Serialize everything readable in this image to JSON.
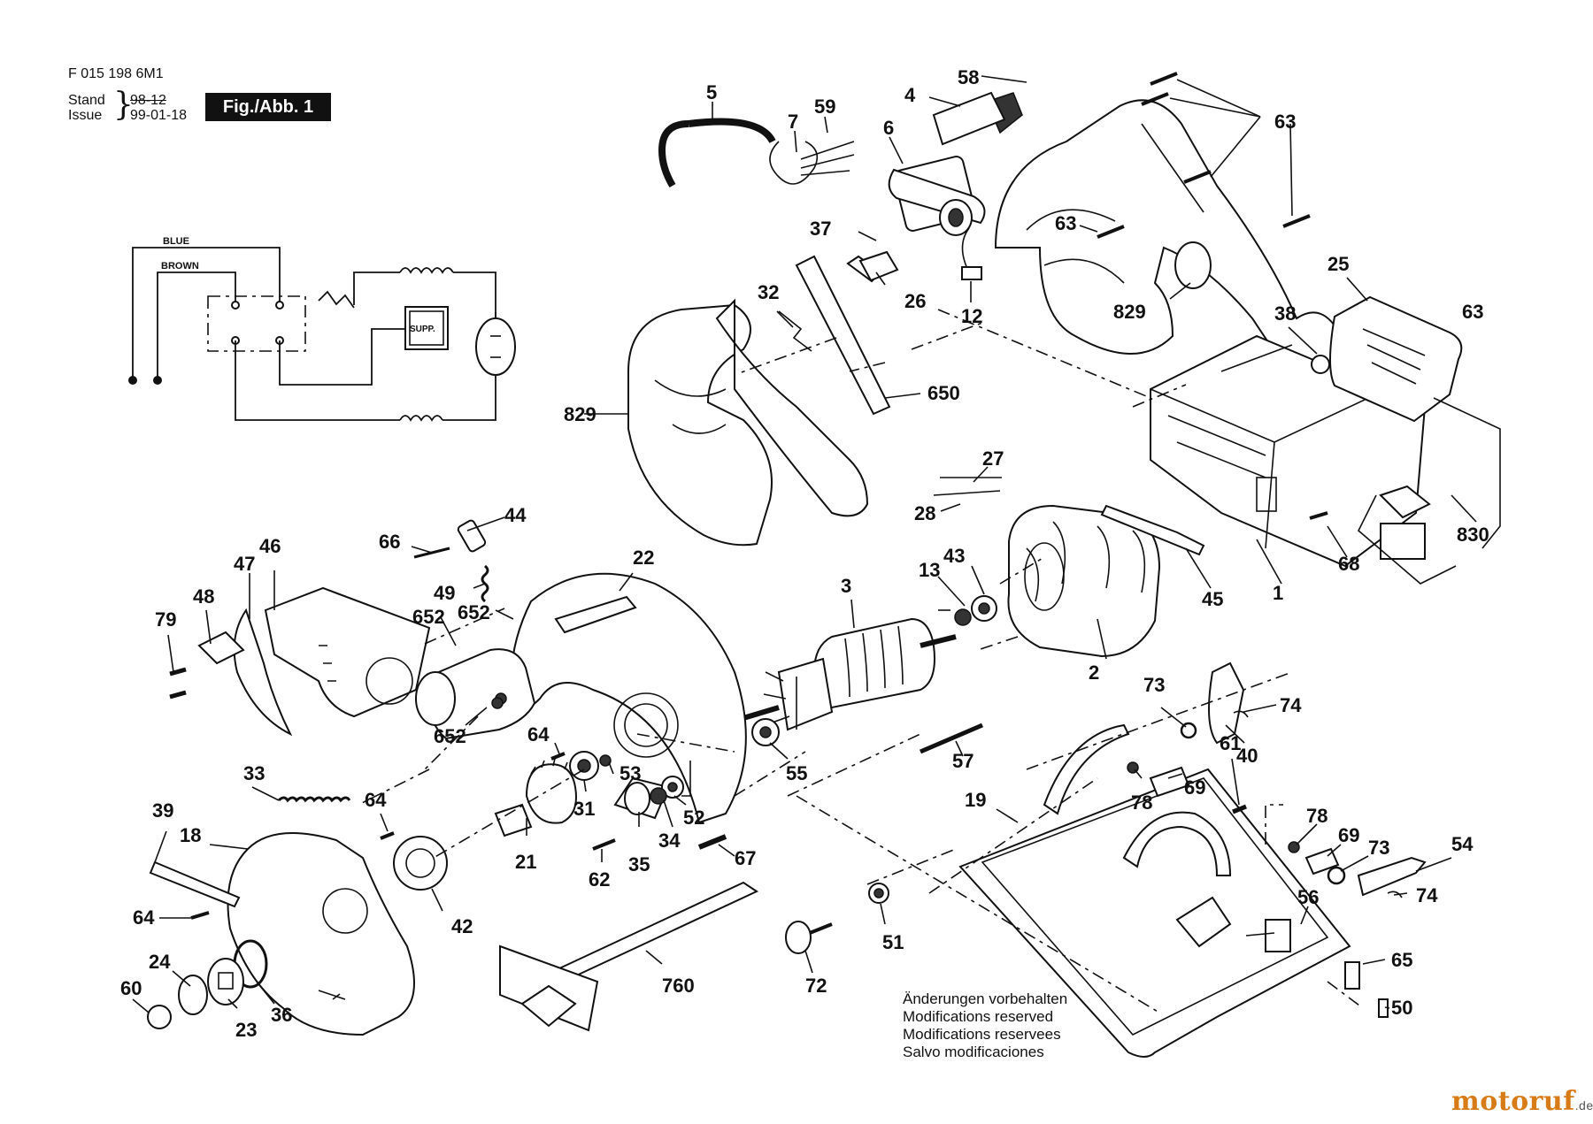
{
  "header": {
    "doc_number": "F 015 198 6M1",
    "stand_label": "Stand",
    "issue_label": "Issue",
    "stand_date": "98-12",
    "issue_date": "99-01-18",
    "figure_label": "Fig./Abb. 1"
  },
  "wiring": {
    "blue_label": "BLUE",
    "brown_label": "BROWN",
    "supp_label": "SUPP."
  },
  "callouts": {
    "c58": "58",
    "c4": "4",
    "c5": "5",
    "c7": "7",
    "c59": "59",
    "c6": "6",
    "c63a": "63",
    "c63b": "63",
    "c63c": "63",
    "c37": "37",
    "c26": "26",
    "c12": "12",
    "c829a": "829",
    "c829b": "829",
    "c32": "32",
    "c650": "650",
    "c25": "25",
    "c38": "38",
    "c27": "27",
    "c28": "28",
    "c830": "830",
    "c68": "68",
    "c1": "1",
    "c45": "45",
    "c44": "44",
    "c66": "66",
    "c46": "46",
    "c47": "47",
    "c48": "48",
    "c79": "79",
    "c49": "49",
    "c22": "22",
    "c652a": "652",
    "c652b": "652",
    "c652c": "652",
    "c3": "3",
    "c13": "13",
    "c43": "43",
    "c2": "2",
    "c73a": "73",
    "c74a": "74",
    "c40": "40",
    "c64a": "64",
    "c53": "53",
    "c31": "31",
    "c55": "55",
    "c57": "57",
    "c33": "33",
    "c64b": "64",
    "c52": "52",
    "c34": "34",
    "c21": "21",
    "c35": "35",
    "c62": "62",
    "c67": "67",
    "c39": "39",
    "c18": "18",
    "c64c": "64",
    "c42": "42",
    "c78a": "78",
    "c69a": "69",
    "c61": "61",
    "c19": "19",
    "c78b": "78",
    "c69b": "69",
    "c73b": "73",
    "c54": "54",
    "c74b": "74",
    "c56": "56",
    "c24": "24",
    "c36": "36",
    "c60": "60",
    "c23": "23",
    "c760": "760",
    "c72": "72",
    "c51": "51",
    "c65": "65",
    "c50": "50"
  },
  "modifications": [
    "Änderungen vorbehalten",
    "Modifications reserved",
    "Modifications reservees",
    "Salvo modificaciones"
  ],
  "watermark": {
    "text": "motoruf",
    "suffix": ".de",
    "color": "#d87b17"
  }
}
